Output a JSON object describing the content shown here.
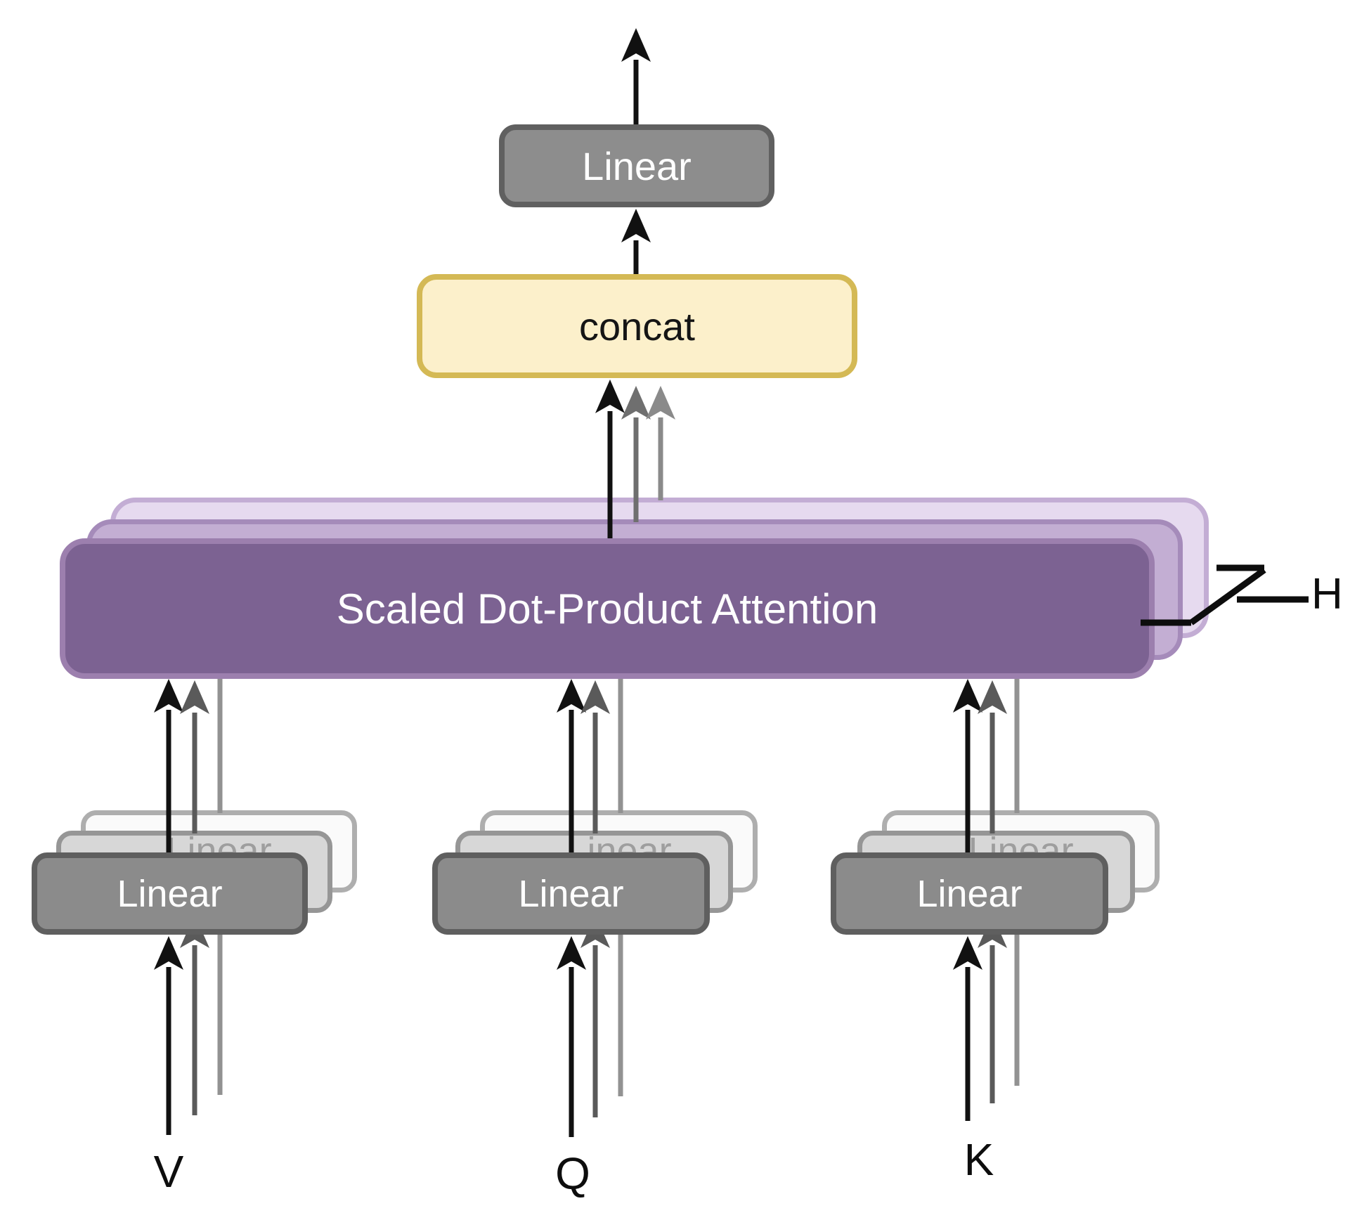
{
  "diagram": {
    "output_projection_label": "Linear",
    "concat_label": "concat",
    "attention_label": "Scaled Dot-Product Attention",
    "heads_count_label": "H",
    "linear_label": "Linear",
    "input_labels": {
      "value": "V",
      "query": "Q",
      "key": "K"
    },
    "colors": {
      "attention_front_fill": "#7c6292",
      "attention_front_border": "#9c7fae",
      "attention_middle_fill": "#c3aed3",
      "attention_back_fill": "#e6daef",
      "concat_fill": "#fcf0cb",
      "concat_border": "#d4b955",
      "linear_fill": "#8b8b8b",
      "linear_border": "#5f5f5f",
      "arrow_black": "#111111",
      "arrow_dark_gray": "#5a5a5a",
      "arrow_light_gray": "#929292"
    }
  }
}
